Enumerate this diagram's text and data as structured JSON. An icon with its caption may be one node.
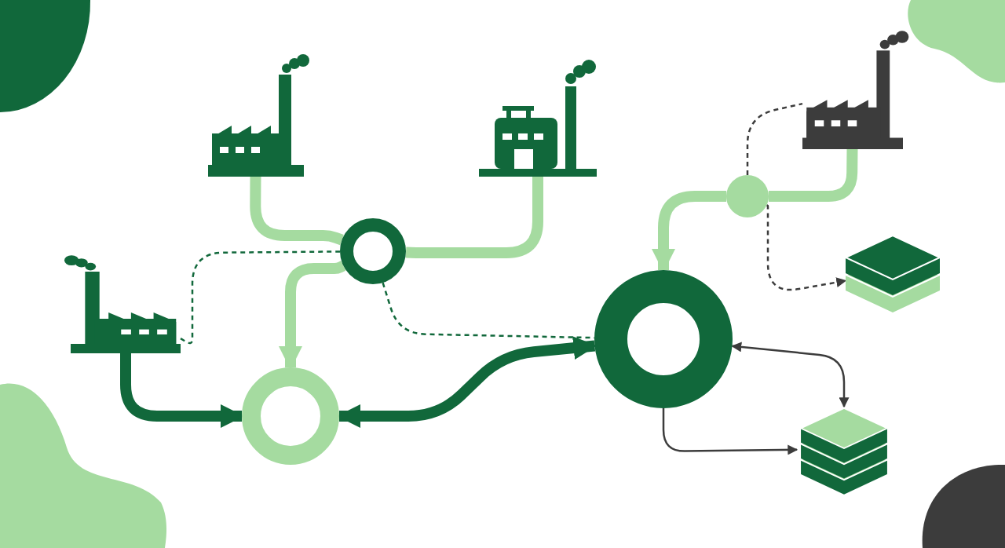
{
  "diagram": {
    "nodes": [
      {
        "text": [],
        "shape": "picture"
      },
      {
        "text": [],
        "shape": "picture"
      },
      {
        "text": [],
        "shape": "picture"
      },
      {
        "text": [],
        "shape": "circle"
      },
      {
        "text": [],
        "shape": "circle"
      },
      {
        "text": [],
        "shape": "picture"
      },
      {
        "text": [],
        "shape": "picture"
      },
      {
        "text": [],
        "shape": "circle"
      },
      {
        "text": [],
        "shape": "circle"
      },
      {
        "text": [],
        "shape": "picture"
      }
    ],
    "edges": [
      {
        "from": 0,
        "to": 3,
        "arrow": "none"
      },
      {
        "from": 1,
        "to": 3,
        "arrow": "none"
      },
      {
        "from": 3,
        "to": 8,
        "arrow": "to"
      },
      {
        "from": 6,
        "to": 3,
        "arrow": "none",
        "style": "dashed",
        "color": "#11683b"
      },
      {
        "from": 3,
        "to": 7,
        "arrow": "none",
        "style": "dashed",
        "color": "#11683b"
      },
      {
        "from": 6,
        "to": 8,
        "arrow": "to",
        "color": "#11683b"
      },
      {
        "from": 8,
        "to": 7,
        "arrow": "both",
        "color": "#11683b"
      },
      {
        "from": 2,
        "to": 4,
        "arrow": "none"
      },
      {
        "from": 4,
        "to": 2,
        "arrow": "none",
        "style": "dashed",
        "color": "#3c3c3c"
      },
      {
        "from": 4,
        "to": 7,
        "arrow": "to"
      },
      {
        "from": 4,
        "to": 5,
        "arrow": "to",
        "style": "dashed",
        "color": "#3c3c3c"
      },
      {
        "from": 7,
        "to": 9,
        "arrow": "both",
        "color": "#3c3c3c"
      },
      {
        "from": 7,
        "to": 9,
        "arrow": "to",
        "color": "#3c3c3c"
      }
    ]
  }
}
